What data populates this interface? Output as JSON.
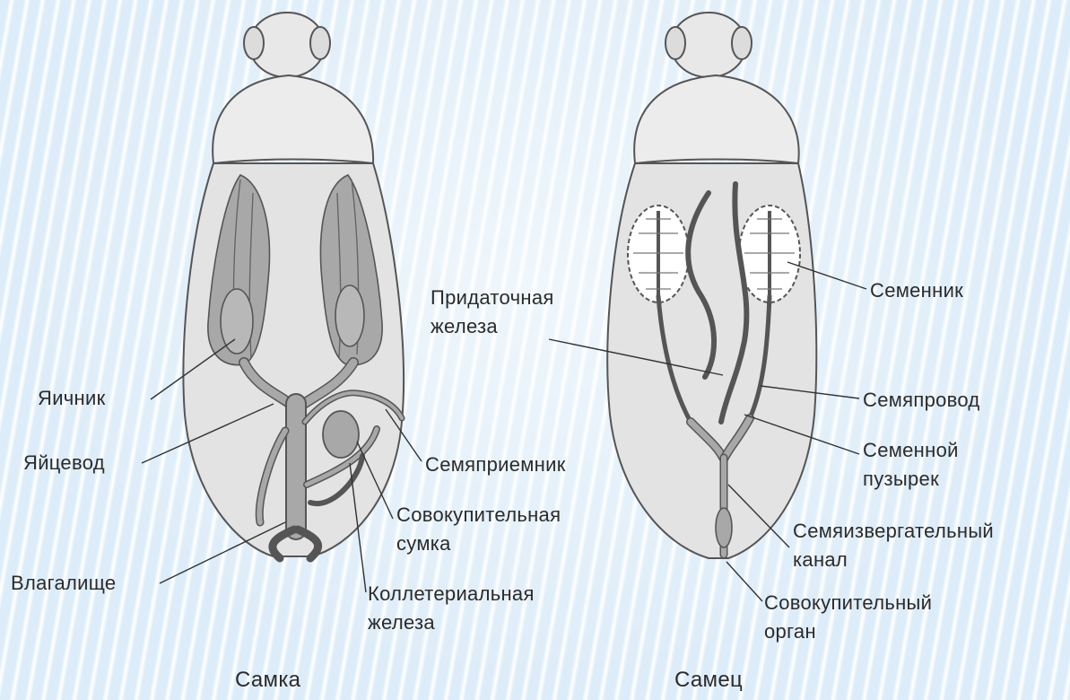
{
  "female": {
    "caption": "Самка",
    "labels": {
      "ovary": "Яичник",
      "oviduct": "Яйцевод",
      "vagina": "Влагалище",
      "spermatheca": "Семяприемник",
      "bursa_line1": "Совокупительная",
      "bursa_line2": "сумка",
      "colleterial_line1": "Коллетериальная",
      "colleterial_line2": "железа"
    }
  },
  "male": {
    "caption": "Самец",
    "labels": {
      "accessory_line1": "Придаточная",
      "accessory_line2": "железа",
      "testis": "Семенник",
      "vas_deferens": "Семяпровод",
      "vesicle_line1": "Семенной",
      "vesicle_line2": "пузырек",
      "ejaculatory_line1": "Семяизвергательный",
      "ejaculatory_line2": "канал",
      "organ_line1": "Совокупительный",
      "organ_line2": "орган"
    }
  },
  "colors": {
    "body_fill": "#e3e3e3",
    "organ_fill": "#a8a8a8",
    "outline": "#555555",
    "leader_line": "#333333"
  }
}
